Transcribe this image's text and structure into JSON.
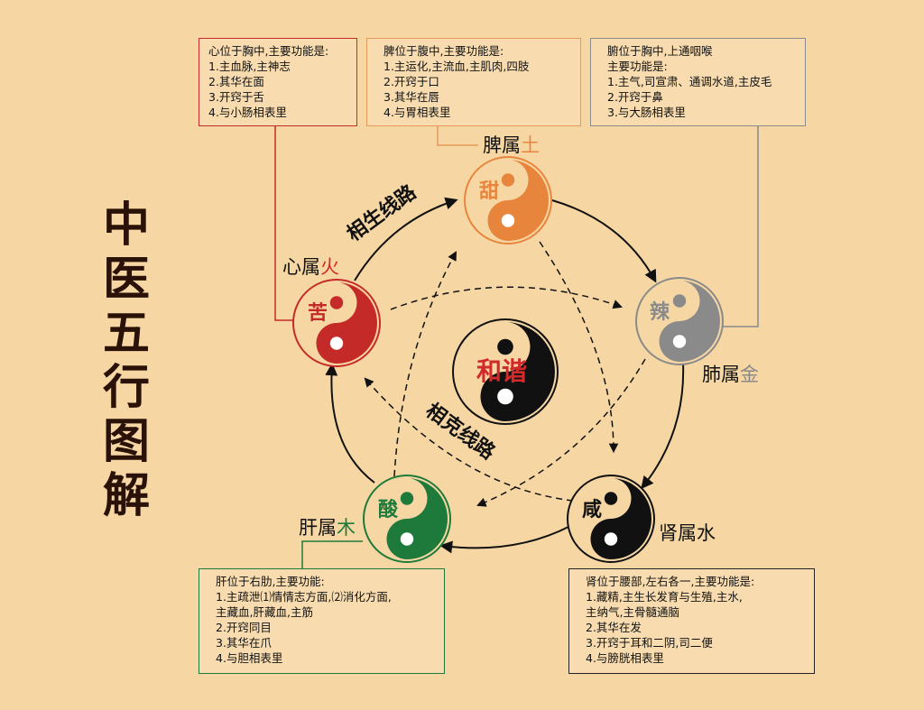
{
  "title_chars": [
    "中",
    "医",
    "五",
    "行",
    "图",
    "解"
  ],
  "center_label": "和谐",
  "route_labels": {
    "generating": "相生线路",
    "controlling": "相克线路"
  },
  "colors": {
    "background": "#f6d7a4",
    "fire": "#c42a27",
    "earth": "#e8853d",
    "metal": "#8a8a8a",
    "water": "#111111",
    "wood": "#1e7a3a",
    "center": "#111111",
    "center_text": "#d22a2a"
  },
  "organs": {
    "heart": {
      "name": "心属",
      "element": "火",
      "taste": "苦"
    },
    "spleen": {
      "name": "脾属",
      "element": "土",
      "taste": "甜"
    },
    "lung": {
      "name": "肺属",
      "element": "金",
      "taste": "辣"
    },
    "kidney": {
      "name": "肾属",
      "element": "水",
      "taste": "咸"
    },
    "liver": {
      "name": "肝属",
      "element": "木",
      "taste": "酸"
    }
  },
  "boxes": {
    "heart": [
      "心位于胸中,主要功能是:",
      "1.主血脉,主神志",
      "2.其华在面",
      "3.开窍于舌",
      "4.与小肠相表里"
    ],
    "spleen": [
      "脾位于腹中,主要功能是:",
      "1.主运化,主流血,主肌肉,四肢",
      "2.开窍于口",
      "3.其华在唇",
      "4.与胃相表里"
    ],
    "lung": [
      "腑位于胸中,上通咽喉",
      "主要功能是:",
      "1.主气,司宣肃、通调水道,主皮毛",
      "2.开窍于鼻",
      "3.与大肠相表里"
    ],
    "liver": [
      "肝位于右肋,主要功能:",
      "1.主疏泄⑴情情志方面,⑵消化方面,",
      "主藏血,肝藏血,主筋",
      "2.开窍同目",
      "3.其华在爪",
      "4.与胆相表里"
    ],
    "kidney": [
      "肾位于腰部,左右各一,主要功能是:",
      "1.藏精,主生长发育与生殖,主水,",
      "主纳气,主骨髓通脑",
      "2.其华在发",
      "3.开窍于耳和二阴,司二便",
      "4.与膀胱相表里"
    ]
  }
}
